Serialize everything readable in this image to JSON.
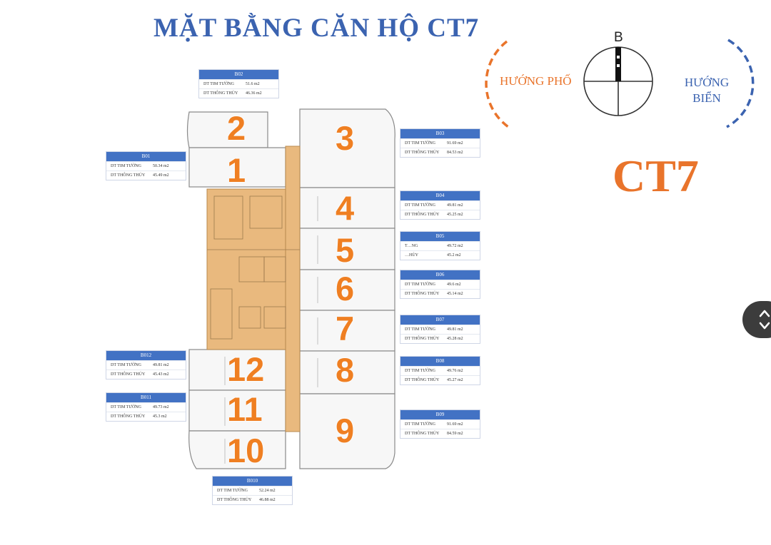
{
  "title": "MẶT BẰNG CĂN HỘ CT7",
  "building": "CT7",
  "compass": {
    "north_label": "B",
    "left_label": "HƯỚNG PHỐ",
    "right_label_line1": "HƯỚNG",
    "right_label_line2": "BIỂN"
  },
  "colors": {
    "title": "#3b63b0",
    "accent": "#e9742b",
    "header": "#4272c4",
    "core": "#e9b97e"
  },
  "unit_numbers": [
    "1",
    "2",
    "3",
    "4",
    "5",
    "6",
    "7",
    "8",
    "9",
    "10",
    "11",
    "12"
  ],
  "cards": {
    "b02": {
      "code": "B02",
      "row1_label": "DT TIM TƯỜNG",
      "row1_value": "51.6 m2",
      "row2_label": "DT THÔNG THỦY",
      "row2_value": "46.36 m2"
    },
    "b01": {
      "code": "B01",
      "row1_label": "DT TIM TƯỜNG",
      "row1_value": "50.34 m2",
      "row2_label": "DT THÔNG THỦY",
      "row2_value": "45.49 m2"
    },
    "b03": {
      "code": "B03",
      "row1_label": "DT TIM TƯỜNG",
      "row1_value": "91.69 m2",
      "row2_label": "DT THÔNG THỦY",
      "row2_value": "84.53 m2"
    },
    "b04": {
      "code": "B04",
      "row1_label": "DT TIM TƯỜNG",
      "row1_value": "49.81 m2",
      "row2_label": "DT THÔNG THỦY",
      "row2_value": "45.25 m2"
    },
    "b05": {
      "code": "B05",
      "row1_label": "T…NG",
      "row1_value": "49.72 m2",
      "row2_label": "…HỦY",
      "row2_value": "45.2 m2"
    },
    "b06": {
      "code": "B06",
      "row1_label": "DT TIM TƯỜNG",
      "row1_value": "49.6 m2",
      "row2_label": "DT THÔNG THỦY",
      "row2_value": "45.14 m2"
    },
    "b07": {
      "code": "B07",
      "row1_label": "DT TIM TƯỜNG",
      "row1_value": "49.81 m2",
      "row2_label": "DT THÔNG THỦY",
      "row2_value": "45.28 m2"
    },
    "b08": {
      "code": "B08",
      "row1_label": "DT TIM TƯỜNG",
      "row1_value": "49.76 m2",
      "row2_label": "DT THÔNG THỦY",
      "row2_value": "45.27 m2"
    },
    "b09": {
      "code": "B09",
      "row1_label": "DT TIM TƯỜNG",
      "row1_value": "91.69 m2",
      "row2_label": "DT THÔNG THỦY",
      "row2_value": "84.59 m2"
    },
    "b012": {
      "code": "B012",
      "row1_label": "DT TIM TƯỜNG",
      "row1_value": "49.81 m2",
      "row2_label": "DT THÔNG THỦY",
      "row2_value": "45.43 m2"
    },
    "b011": {
      "code": "B011",
      "row1_label": "DT TIM TƯỜNG",
      "row1_value": "49.73 m2",
      "row2_label": "DT THÔNG THỦY",
      "row2_value": "45.3 m2"
    },
    "b010": {
      "code": "B010",
      "row1_label": "DT TIM TƯỜNG",
      "row1_value": "52.24 m2",
      "row2_label": "DT THÔNG THỦY",
      "row2_value": "46.88 m2"
    }
  },
  "scroll_button": {
    "icon": "chevron-up-down-icon"
  }
}
